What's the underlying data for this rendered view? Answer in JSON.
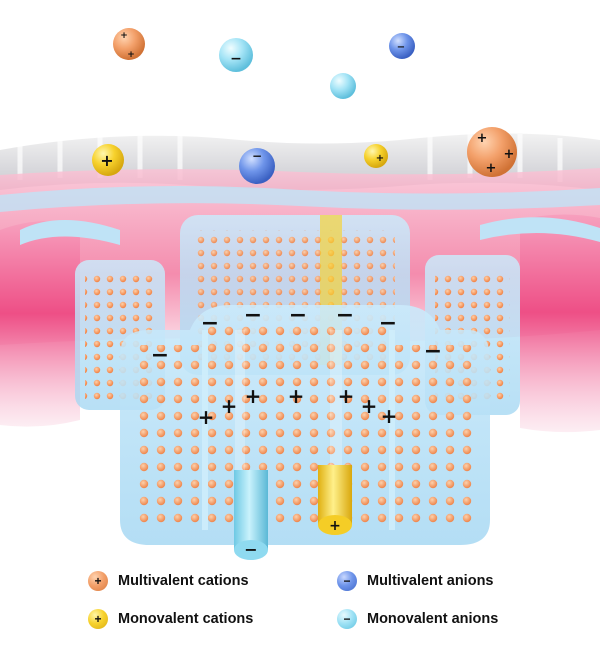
{
  "legend": {
    "items": [
      {
        "label": "Multivalent cations",
        "symbol": "+"
      },
      {
        "label": "Monovalent cations",
        "symbol": "+"
      },
      {
        "label": "Multivalent anions",
        "symbol": "−"
      },
      {
        "label": "Monovalent anions",
        "symbol": "−"
      }
    ]
  },
  "colors": {
    "multivalent_cation": "#f3a06a",
    "monovalent_cation": "#f7d22d",
    "multivalent_anion": "#6f95ea",
    "monovalent_anion": "#9fe2f5",
    "membrane_pink": "#f05a8e",
    "membrane_blue": "#a9dcf5"
  },
  "scene": {
    "pore_charge_positive": "+",
    "pore_charge_negative": "−"
  }
}
